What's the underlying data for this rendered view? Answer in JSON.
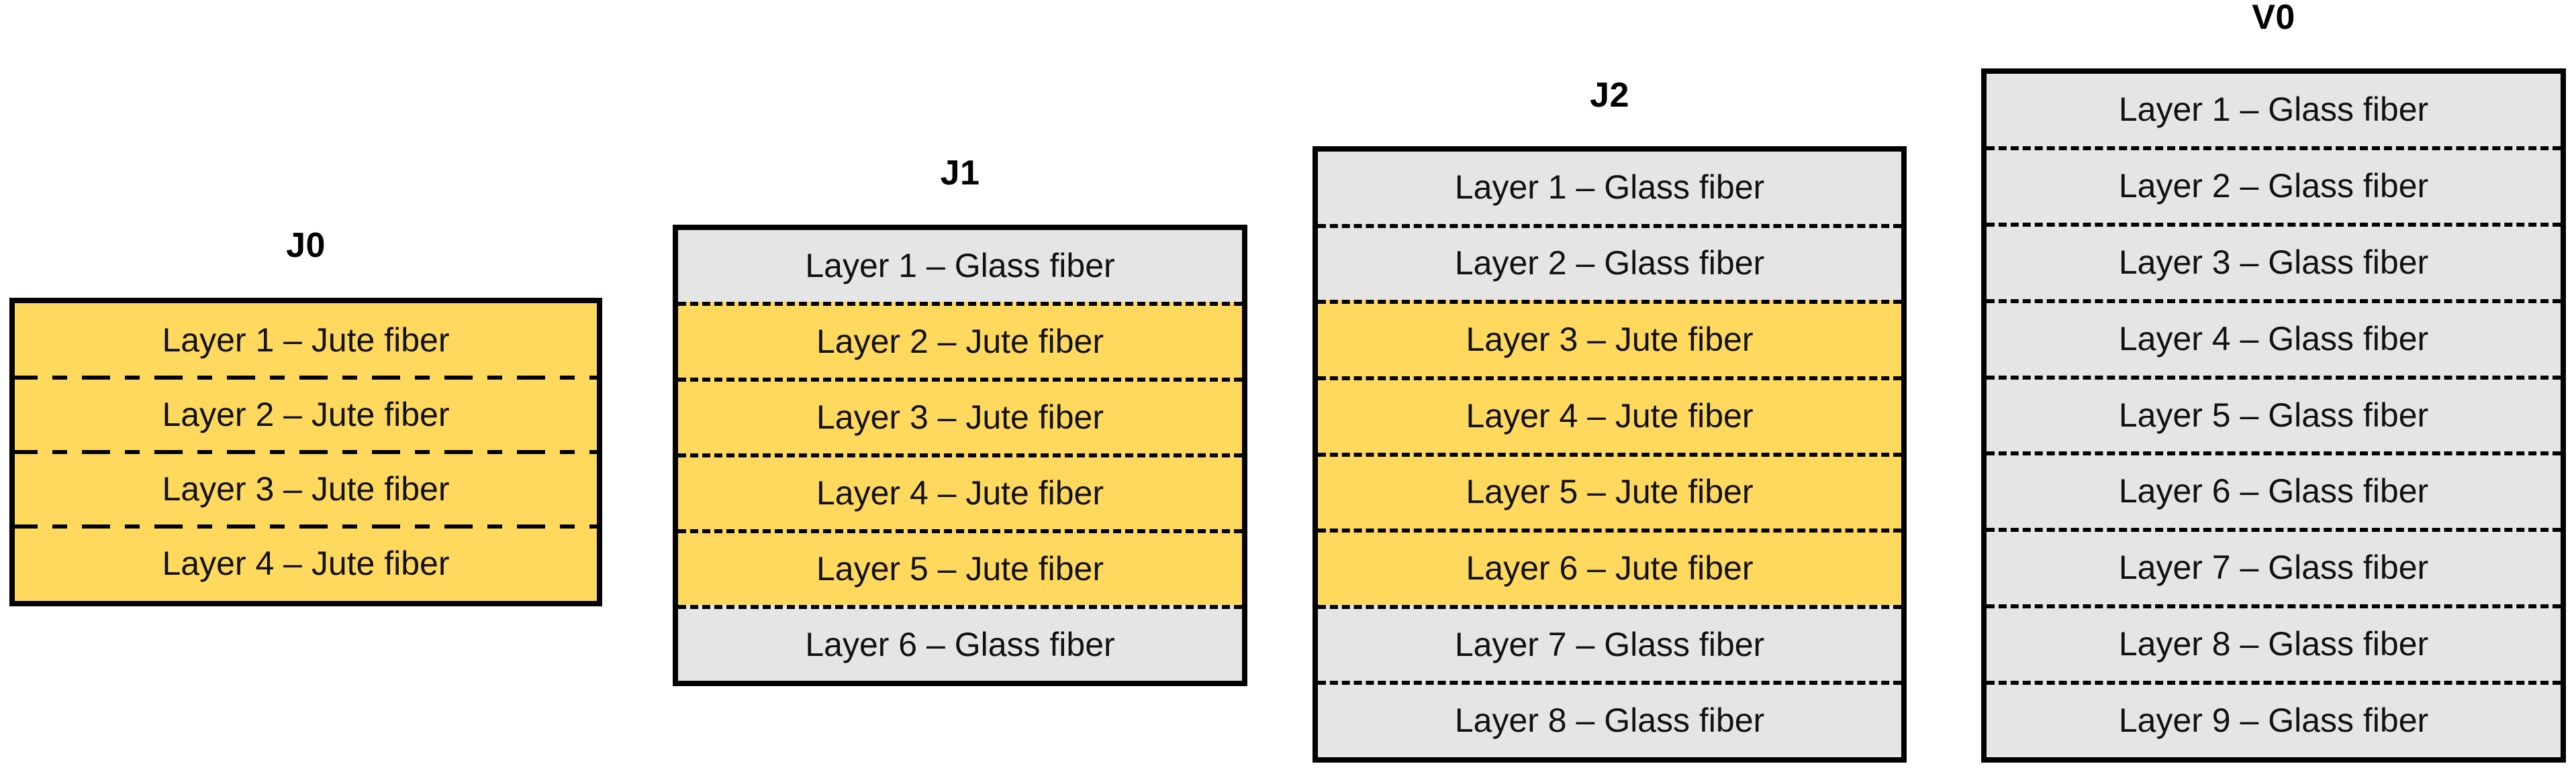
{
  "figure": {
    "title": "",
    "colors": {
      "jute_fill": "#ffd95e",
      "glass_fill": "#e5e5e5",
      "outline": "#000000",
      "background": "#ffffff"
    }
  },
  "stacks": [
    {
      "id": "J0",
      "label": "J0",
      "divider_style": "dash-dot",
      "layer_count": 4,
      "layers": [
        {
          "text": "Layer 1 – Jute fiber",
          "material": "jute"
        },
        {
          "text": "Layer 2 – Jute fiber",
          "material": "jute"
        },
        {
          "text": "Layer 3 – Jute fiber",
          "material": "jute"
        },
        {
          "text": "Layer 4 – Jute fiber",
          "material": "jute"
        }
      ]
    },
    {
      "id": "J1",
      "label": "J1",
      "divider_style": "dashed",
      "layer_count": 6,
      "layers": [
        {
          "text": "Layer 1 – Glass fiber",
          "material": "glass"
        },
        {
          "text": "Layer 2 – Jute fiber",
          "material": "jute"
        },
        {
          "text": "Layer 3 – Jute fiber",
          "material": "jute"
        },
        {
          "text": "Layer 4 – Jute fiber",
          "material": "jute"
        },
        {
          "text": "Layer 5 – Jute fiber",
          "material": "jute"
        },
        {
          "text": "Layer 6 – Glass fiber",
          "material": "glass"
        }
      ]
    },
    {
      "id": "J2",
      "label": "J2",
      "divider_style": "dashed",
      "layer_count": 8,
      "layers": [
        {
          "text": "Layer 1 – Glass fiber",
          "material": "glass"
        },
        {
          "text": "Layer 2 – Glass fiber",
          "material": "glass"
        },
        {
          "text": "Layer 3 – Jute fiber",
          "material": "jute"
        },
        {
          "text": "Layer 4 – Jute fiber",
          "material": "jute"
        },
        {
          "text": "Layer 5 – Jute fiber",
          "material": "jute"
        },
        {
          "text": "Layer 6 – Jute fiber",
          "material": "jute"
        },
        {
          "text": "Layer 7 – Glass fiber",
          "material": "glass"
        },
        {
          "text": "Layer 8 – Glass fiber",
          "material": "glass"
        }
      ]
    },
    {
      "id": "V0",
      "label": "V0",
      "divider_style": "dashed",
      "layer_count": 9,
      "layers": [
        {
          "text": "Layer 1 – Glass fiber",
          "material": "glass"
        },
        {
          "text": "Layer 2 – Glass fiber",
          "material": "glass"
        },
        {
          "text": "Layer 3 – Glass fiber",
          "material": "glass"
        },
        {
          "text": "Layer 4 – Glass fiber",
          "material": "glass"
        },
        {
          "text": "Layer 5 – Glass fiber",
          "material": "glass"
        },
        {
          "text": "Layer 6 – Glass fiber",
          "material": "glass"
        },
        {
          "text": "Layer 7 – Glass fiber",
          "material": "glass"
        },
        {
          "text": "Layer 8 – Glass fiber",
          "material": "glass"
        },
        {
          "text": "Layer 9 – Glass fiber",
          "material": "glass"
        }
      ]
    }
  ]
}
